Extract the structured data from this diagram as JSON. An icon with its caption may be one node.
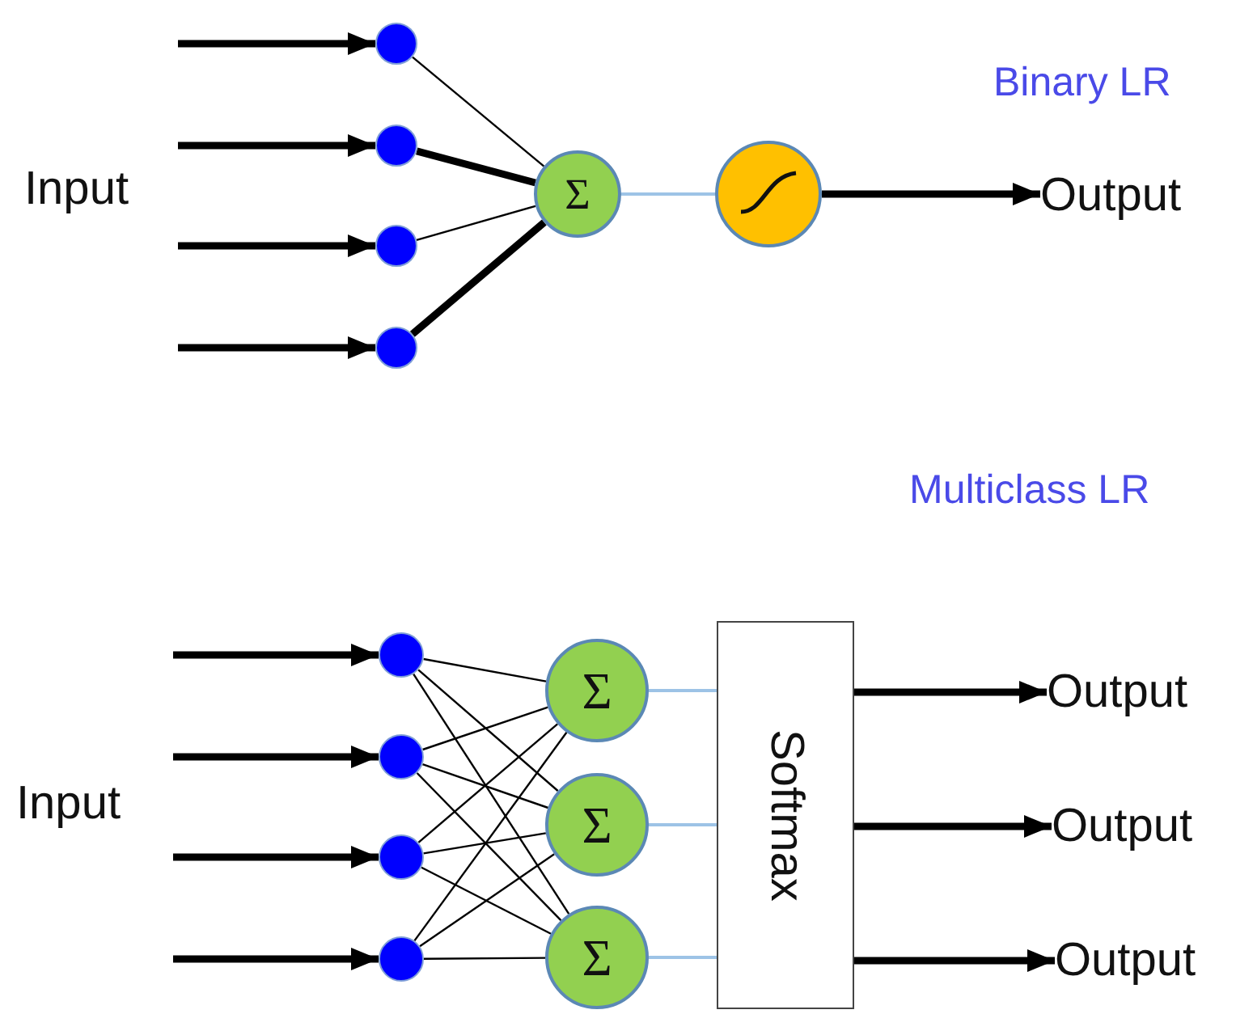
{
  "diagram": {
    "nodes": [
      {
        "text": [],
        "shape": "circle"
      },
      {
        "text": [],
        "shape": "circle"
      },
      {
        "text": [],
        "shape": "circle"
      },
      {
        "text": [],
        "shape": "circle"
      },
      {
        "text": [
          "Σ"
        ]
      },
      {
        "text": [],
        "shape": "circle"
      },
      {
        "text": [
          "Output"
        ]
      },
      {
        "text": [],
        "shape": "circle"
      },
      {
        "text": [],
        "shape": "circle"
      },
      {
        "text": [],
        "shape": "circle"
      },
      {
        "text": [],
        "shape": "circle"
      },
      {
        "text": [
          "Σ"
        ]
      },
      {
        "text": [
          "Σ"
        ]
      },
      {
        "text": [
          "Σ"
        ]
      },
      {
        "text": [
          "Softmax"
        ]
      },
      {
        "text": [
          "Output"
        ]
      },
      {
        "text": [
          "Output"
        ]
      },
      {
        "text": [
          "Output"
        ]
      }
    ],
    "edges": [
      {
        "from": null,
        "to": 0,
        "arrow": "to",
        "style": "thick"
      },
      {
        "from": null,
        "to": 1,
        "arrow": "to",
        "style": "thick"
      },
      {
        "from": null,
        "to": 2,
        "arrow": "to",
        "style": "thick"
      },
      {
        "from": null,
        "to": 3,
        "arrow": "to",
        "style": "thick"
      },
      {
        "from": 0,
        "to": 4,
        "arrow": "none"
      },
      {
        "from": 1,
        "to": 4,
        "arrow": "none",
        "style": "thick"
      },
      {
        "from": 2,
        "to": 4,
        "arrow": "none"
      },
      {
        "from": 3,
        "to": 4,
        "arrow": "none",
        "style": "thick"
      },
      {
        "from": 4,
        "to": 5,
        "arrow": "none",
        "color": "#9dc3e6"
      },
      {
        "from": 5,
        "to": 6,
        "arrow": "to",
        "style": "thick"
      },
      {
        "from": null,
        "to": 7,
        "arrow": "to",
        "style": "thick"
      },
      {
        "from": null,
        "to": 8,
        "arrow": "to",
        "style": "thick"
      },
      {
        "from": null,
        "to": 9,
        "arrow": "to",
        "style": "thick"
      },
      {
        "from": null,
        "to": 10,
        "arrow": "to",
        "style": "thick"
      },
      {
        "from": 7,
        "to": 11,
        "arrow": "none"
      },
      {
        "from": 7,
        "to": 12,
        "arrow": "none"
      },
      {
        "from": 7,
        "to": 13,
        "arrow": "none"
      },
      {
        "from": 8,
        "to": 11,
        "arrow": "none"
      },
      {
        "from": 8,
        "to": 12,
        "arrow": "none"
      },
      {
        "from": 8,
        "to": 13,
        "arrow": "none"
      },
      {
        "from": 9,
        "to": 11,
        "arrow": "none"
      },
      {
        "from": 9,
        "to": 12,
        "arrow": "none"
      },
      {
        "from": 9,
        "to": 13,
        "arrow": "none"
      },
      {
        "from": 10,
        "to": 11,
        "arrow": "none"
      },
      {
        "from": 10,
        "to": 12,
        "arrow": "none"
      },
      {
        "from": 10,
        "to": 13,
        "arrow": "none"
      },
      {
        "from": 11,
        "to": 14,
        "arrow": "none",
        "color": "#9dc3e6"
      },
      {
        "from": 12,
        "to": 14,
        "arrow": "none",
        "color": "#9dc3e6"
      },
      {
        "from": 13,
        "to": 14,
        "arrow": "none",
        "color": "#9dc3e6"
      },
      {
        "from": 14,
        "to": 15,
        "arrow": "to",
        "style": "thick"
      },
      {
        "from": 14,
        "to": 16,
        "arrow": "to",
        "style": "thick"
      },
      {
        "from": 14,
        "to": 17,
        "arrow": "to",
        "style": "thick"
      }
    ],
    "labels": [
      "Binary LR",
      "Input",
      "Multiclass LR",
      "Input"
    ]
  }
}
